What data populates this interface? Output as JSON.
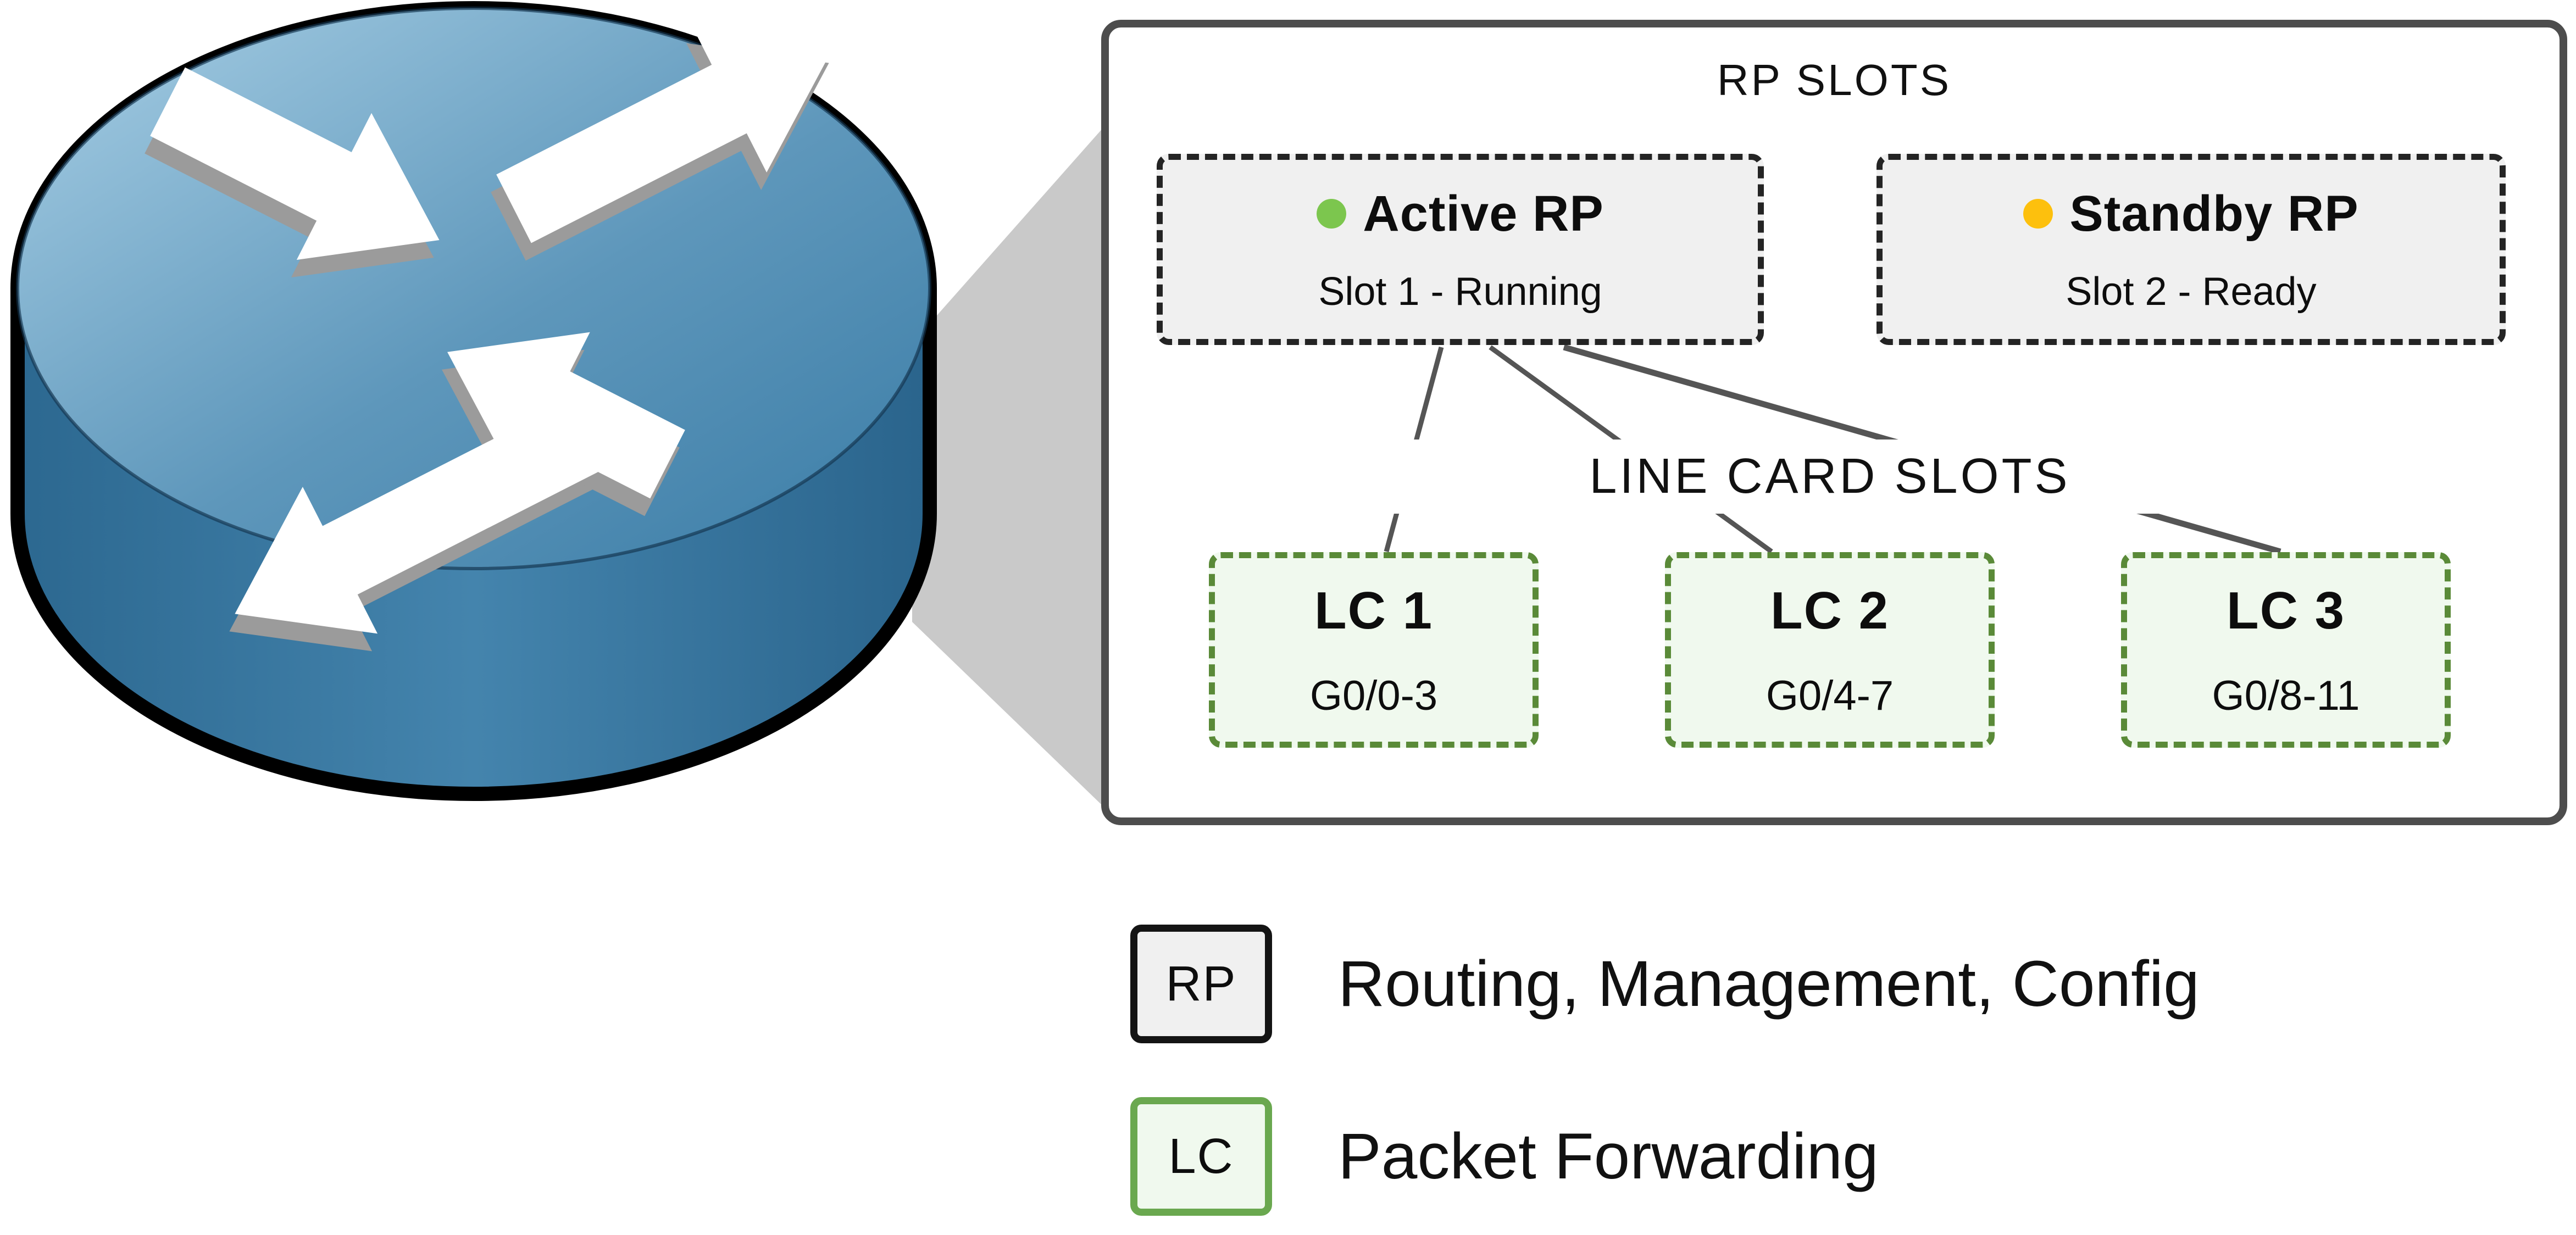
{
  "panel": {
    "rp_slots_title": "RP SLOTS",
    "line_card_slots_title": "LINE CARD SLOTS",
    "rp_slots": [
      {
        "name": "Active RP",
        "status": "Slot 1 - Running",
        "indicator": "green-dot",
        "indicator_color": "#7cc64e"
      },
      {
        "name": "Standby RP",
        "status": "Slot 2 - Ready",
        "indicator": "amber-dot",
        "indicator_color": "#fdc00d"
      }
    ],
    "line_cards": [
      {
        "name": "LC 1",
        "ports": "G0/0-3"
      },
      {
        "name": "LC 2",
        "ports": "G0/4-7"
      },
      {
        "name": "LC 3",
        "ports": "G0/8-11"
      }
    ]
  },
  "legend": [
    {
      "key": "RP",
      "description": "Routing, Management, Config"
    },
    {
      "key": "LC",
      "description": "Packet Forwarding"
    }
  ],
  "colors": {
    "panel_border": "#4d4d4d",
    "rp_card_fill": "#f0f0f0",
    "rp_card_border": "#242424",
    "lc_card_fill": "#f0f9ee",
    "lc_card_border": "#5a8a38",
    "legend_lc_border": "#6aa84f",
    "active_dot": "#7cc64e",
    "standby_dot": "#fdc00d",
    "connector_line": "#555555",
    "zoom_cone": "#c9c9c9",
    "router_blue_light": "#a8cfe5",
    "router_blue_dark": "#2f6b93",
    "arrow_shadow": "#9b9b9b"
  }
}
